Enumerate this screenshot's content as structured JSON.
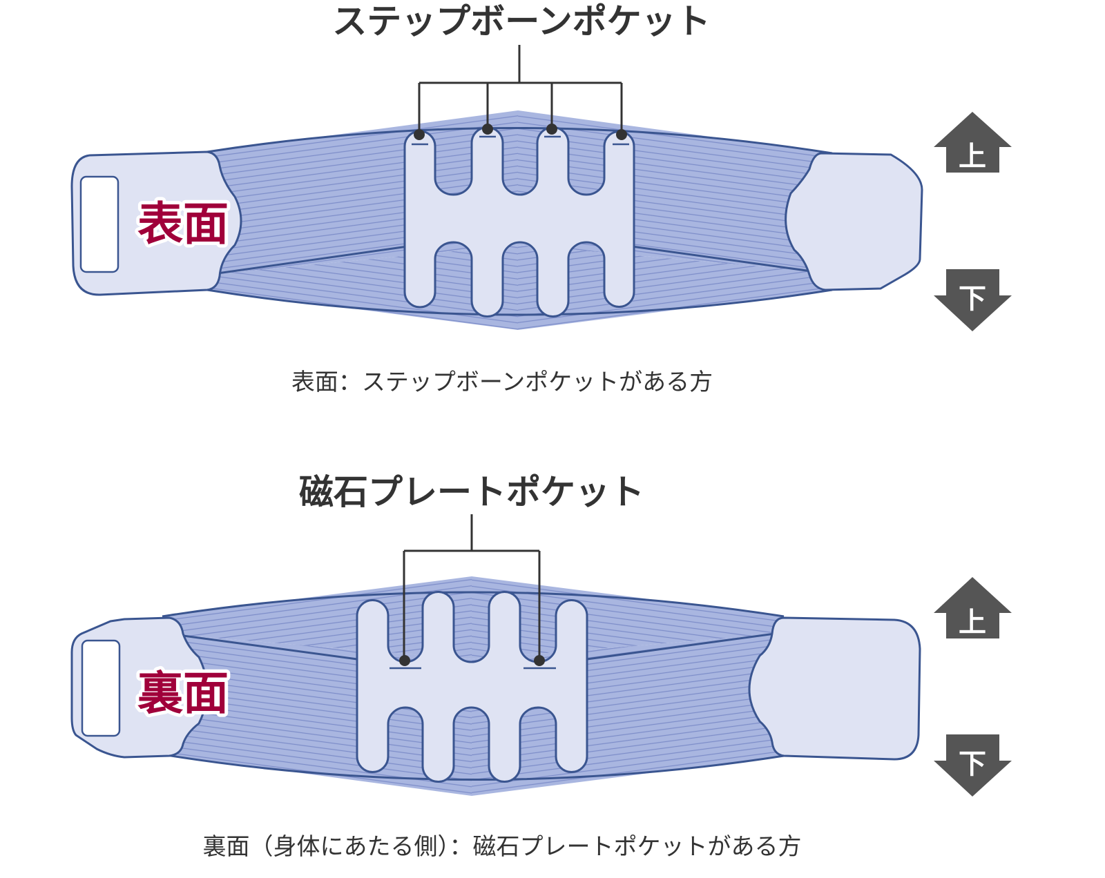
{
  "front": {
    "pocket_label": "ステップボーンポケット",
    "side_label": "表面",
    "caption": "表面：ステップボーンポケットがある方"
  },
  "back": {
    "pocket_label": "磁石プレートポケット",
    "side_label": "裏面",
    "caption": "裏面（身体にあたる側）：磁石プレートポケットがある方"
  },
  "arrows": {
    "up": "上",
    "down": "下"
  },
  "colors": {
    "belt": "#a9b6e0",
    "stripe": "#7d8dc9",
    "outline": "#3a5590",
    "pad": "#dfe3f3",
    "label": "#a0003a",
    "arrow": "#555555"
  }
}
